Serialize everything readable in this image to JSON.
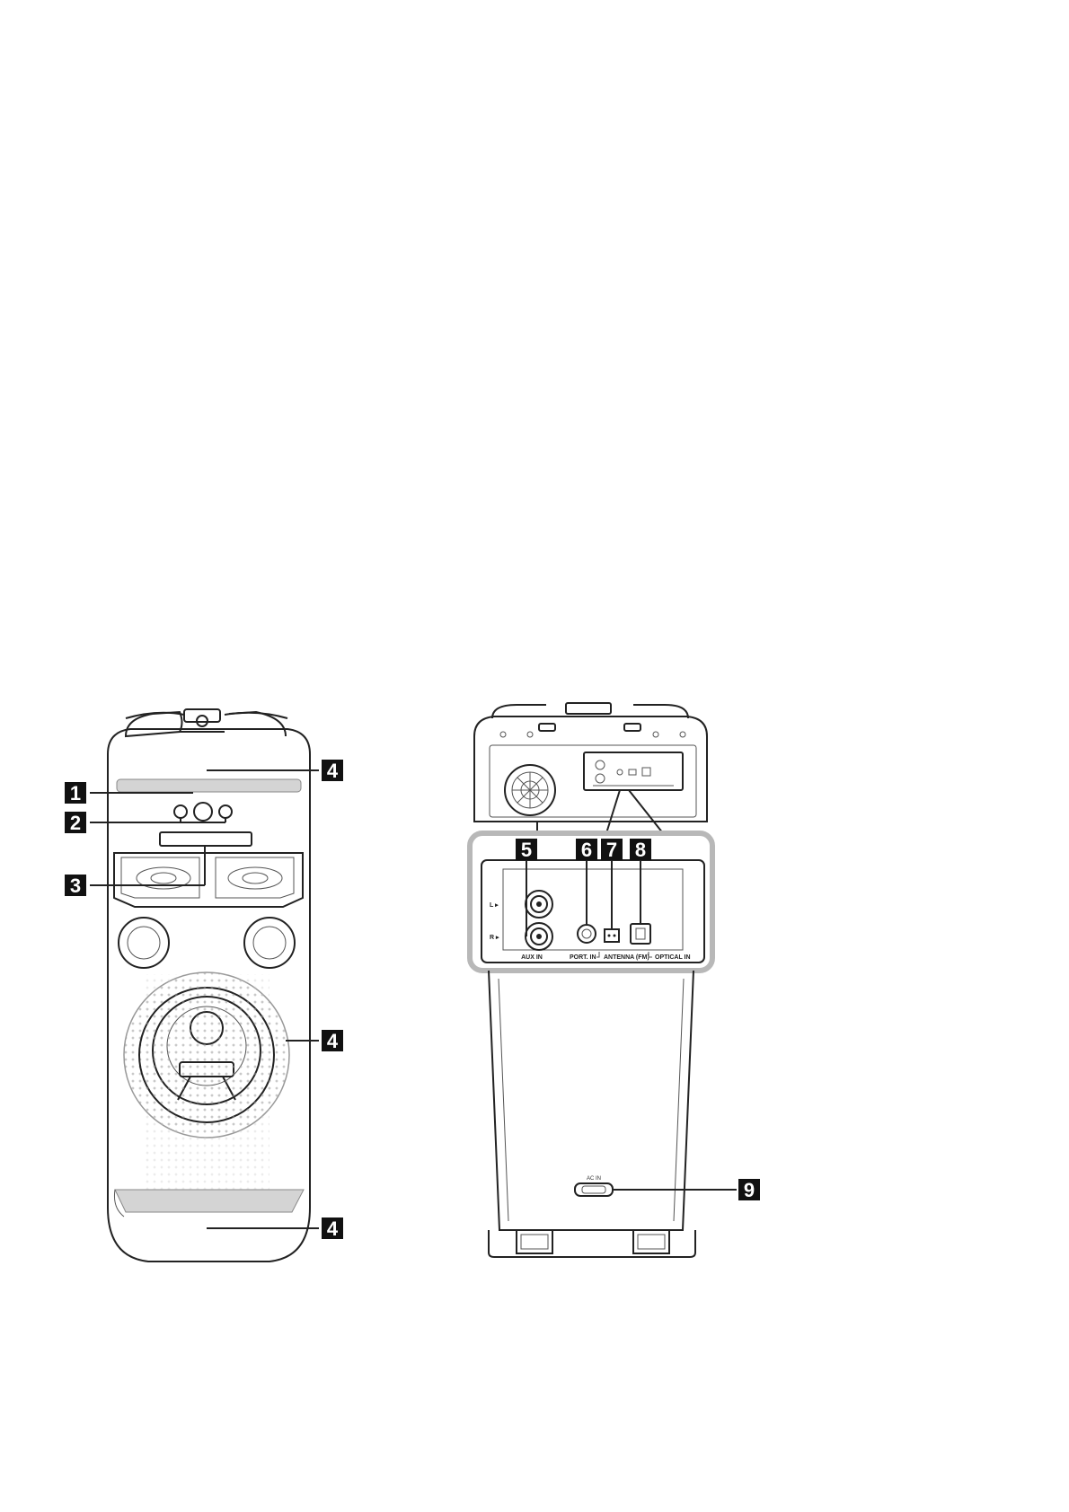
{
  "callouts": {
    "c1": "1",
    "c2": "2",
    "c3": "3",
    "c4_top": "4",
    "c4_mid": "4",
    "c4_bottom": "4",
    "c5": "5",
    "c6": "6",
    "c7": "7",
    "c8": "8",
    "c9": "9"
  },
  "rear_panel": {
    "left_channel": "L ▸",
    "right_channel": "R ▸",
    "aux_in": "AUX IN",
    "port_in": "PORT. IN",
    "antenna": "ANTENNA (FM)",
    "optical_in": "OPTICAL IN",
    "ac_in": "AC IN"
  },
  "colors": {
    "callout_bg": "#111111",
    "callout_text": "#ffffff",
    "zoom_outline": "#bdbdbd",
    "line": "#222222"
  }
}
